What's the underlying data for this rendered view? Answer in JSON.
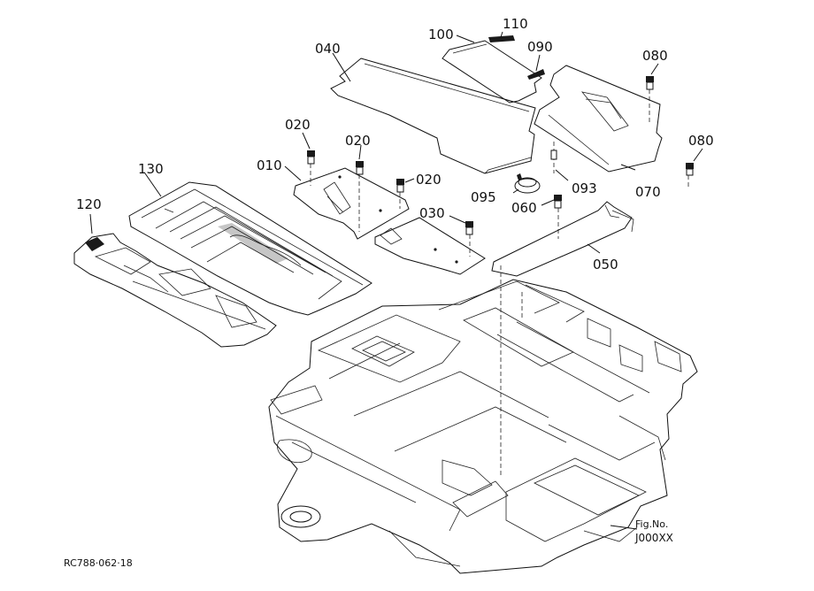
{
  "parts": {
    "p040": "040",
    "p100": "100",
    "p110": "110",
    "p090": "090",
    "p080a": "080",
    "p020a": "020",
    "p020b": "020",
    "p020c": "020",
    "p010": "010",
    "p130": "130",
    "p120": "120",
    "p080b": "080",
    "p095": "095",
    "p093": "093",
    "p070": "070",
    "p060": "060",
    "p030": "030",
    "p050": "050"
  },
  "fig": {
    "line1": "Fig.No.",
    "line2": "J000XX"
  },
  "footer": {
    "code": "RC788·062·18"
  }
}
